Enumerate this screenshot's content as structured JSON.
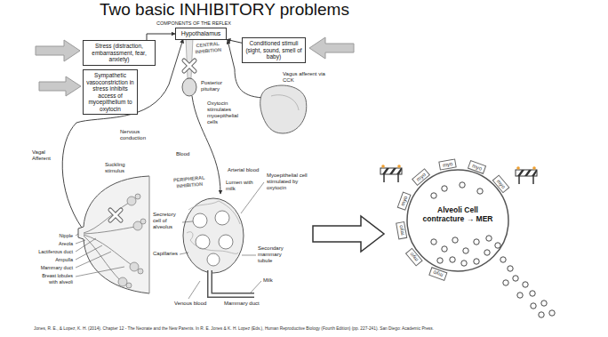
{
  "diagram": {
    "title": "Two basic INHIBITORY problems",
    "caption": "Jones, R. E., & Lopez, K. H. (2014). Chapter 12 - The Neonate and the New Parents. In R. E. Jones & K. H. Lopez (Eds.), Human Reproductive Biology (Fourth Edition) (pp. 227-241). San Diego: Academic Press.",
    "nodes": [
      {
        "text": [
          "Hypothalamus"
        ]
      },
      {
        "text": [
          "Stress (distraction, embarrassment, fear, anxiety)"
        ]
      },
      {
        "text": [
          "Conditioned stimuli (sight, sound, smell of baby)"
        ]
      },
      {
        "text": [
          "Sympathetic vasoconstriction in stress inhibits access of myoepithelium to oxytocin"
        ]
      },
      {
        "text": [
          "Alveoli Cell contracture → MER"
        ]
      },
      {
        "text": [
          "myo"
        ]
      },
      {
        "text": [
          "myo"
        ]
      },
      {
        "text": [
          "myo"
        ]
      },
      {
        "text": [
          "myo"
        ]
      },
      {
        "text": [
          "myo"
        ]
      },
      {
        "text": [
          "myo"
        ]
      },
      {
        "text": [
          "myo"
        ]
      },
      {
        "text": [
          "myo"
        ]
      }
    ],
    "edges": [
      {
        "from": 1,
        "to": 0,
        "arrow": "to"
      },
      {
        "from": 2,
        "to": 0,
        "arrow": "to"
      }
    ],
    "labels": [
      "COMPONENTS OF THE REFLEX",
      "Vagus afferent via CCK",
      "CENTRAL INHIBITION",
      "Nervous conduction",
      "Posterior pituitary",
      "Oxytocin stimulates myoepithelial cells",
      "Vagal Afferent",
      "Suckling stimulus",
      "Blood",
      "Arterial blood",
      "PERIPHERAL INHIBITION",
      "Lumen with milk",
      "Myoepithelial cell stimulated by oxytocin",
      "Secretory cell of alveolus",
      "Capillaries",
      "Secondary mammary tubule",
      "Milk",
      "Venous blood",
      "Mammary duct",
      "Nipple",
      "Areola",
      "Lactiferous duct",
      "Ampulla",
      "Mammary duct",
      "Breast lobules with alveoli"
    ]
  }
}
